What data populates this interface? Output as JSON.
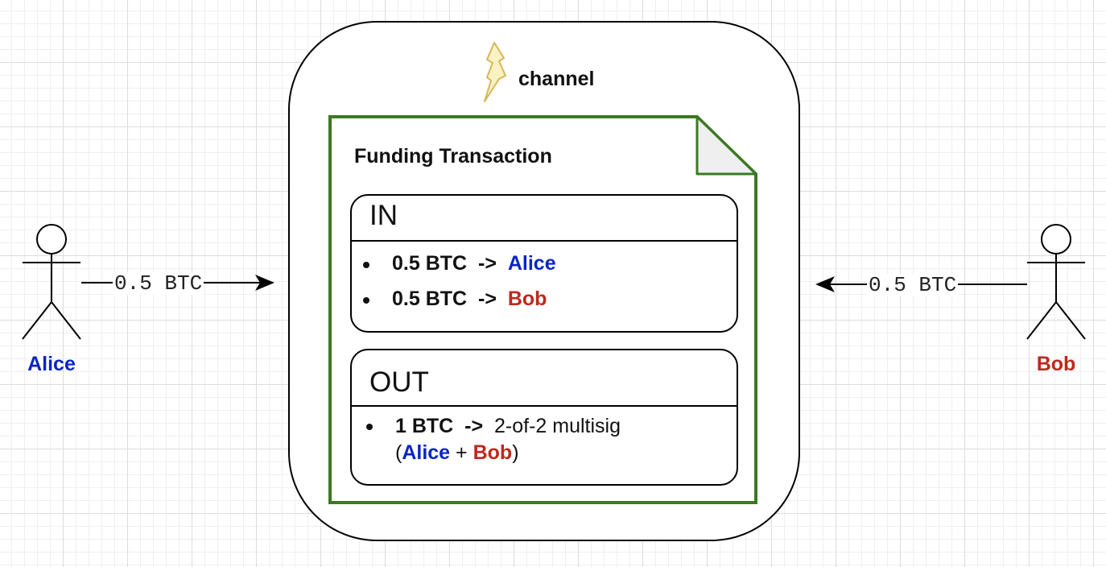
{
  "colors": {
    "alice": "#0b24c7",
    "bob": "#c0281c",
    "funding_border": "#3a7a22",
    "lightning_fill": "#fbf2c4",
    "lightning_stroke": "#d6b656"
  },
  "actors": {
    "alice": {
      "name": "Alice",
      "icon": "stick-figure-icon"
    },
    "bob": {
      "name": "Bob",
      "icon": "stick-figure-icon"
    }
  },
  "arrows": {
    "left": {
      "label": "0.5 BTC"
    },
    "right": {
      "label": "0.5 BTC"
    }
  },
  "channel": {
    "label": "channel",
    "icon": "lightning-bolt-icon"
  },
  "funding_tx": {
    "title": "Funding Transaction",
    "icon": "document-folded-corner-icon",
    "inputs": {
      "header": "IN",
      "items": [
        {
          "amount": "0.5 BTC",
          "arrow": "->",
          "owner": "Alice"
        },
        {
          "amount": "0.5 BTC",
          "arrow": "->",
          "owner": "Bob"
        }
      ]
    },
    "outputs": {
      "header": "OUT",
      "items": [
        {
          "amount": "1 BTC",
          "arrow": "->",
          "description": "2-of-2 multisig",
          "open_paren": "(",
          "party1": "Alice",
          "plus": "+",
          "party2": "Bob",
          "close_paren": ")"
        }
      ]
    }
  }
}
